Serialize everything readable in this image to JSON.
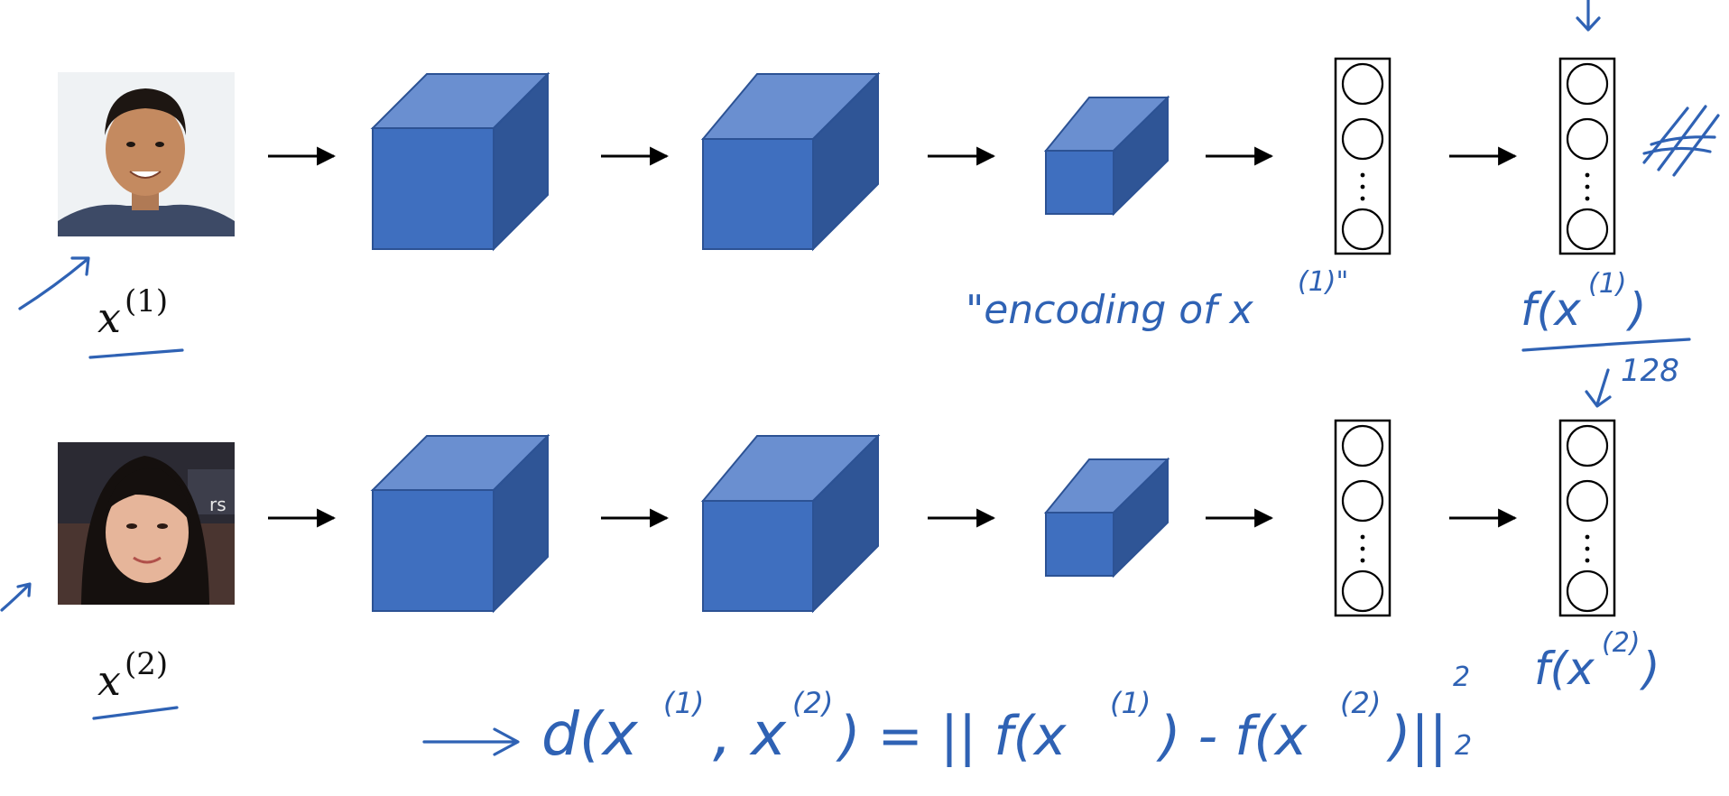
{
  "rows": [
    {
      "input_label": "x",
      "input_superscript": "(1)",
      "photo_icon": "face-photo-man",
      "output_label": "f(x",
      "output_superscript": "(1)",
      "output_close": ")"
    },
    {
      "input_label": "x",
      "input_superscript": "(2)",
      "photo_icon": "face-photo-woman",
      "photo_text": "rs",
      "output_label": "f(x",
      "output_superscript": "(2)",
      "output_close": ")"
    }
  ],
  "annotations": {
    "encoding_note": "\"encoding of x",
    "encoding_superscript": "(1)\"",
    "dimension": "128",
    "distance_equation": "d(x",
    "distance_sup1": "(1)",
    "distance_mid": ", x",
    "distance_sup2": "(2)",
    "distance_rhs": ") = || f(x",
    "distance_rhs_sup1": "(1)",
    "distance_rhs_mid": ") - f(x",
    "distance_rhs_sup2": "(2)",
    "distance_rhs_end": ")||",
    "norm_sup": "2",
    "norm_sub": "2"
  },
  "colors": {
    "ink": "#2f62b4",
    "cube": "#3f6fbf",
    "arrow": "#000000"
  }
}
